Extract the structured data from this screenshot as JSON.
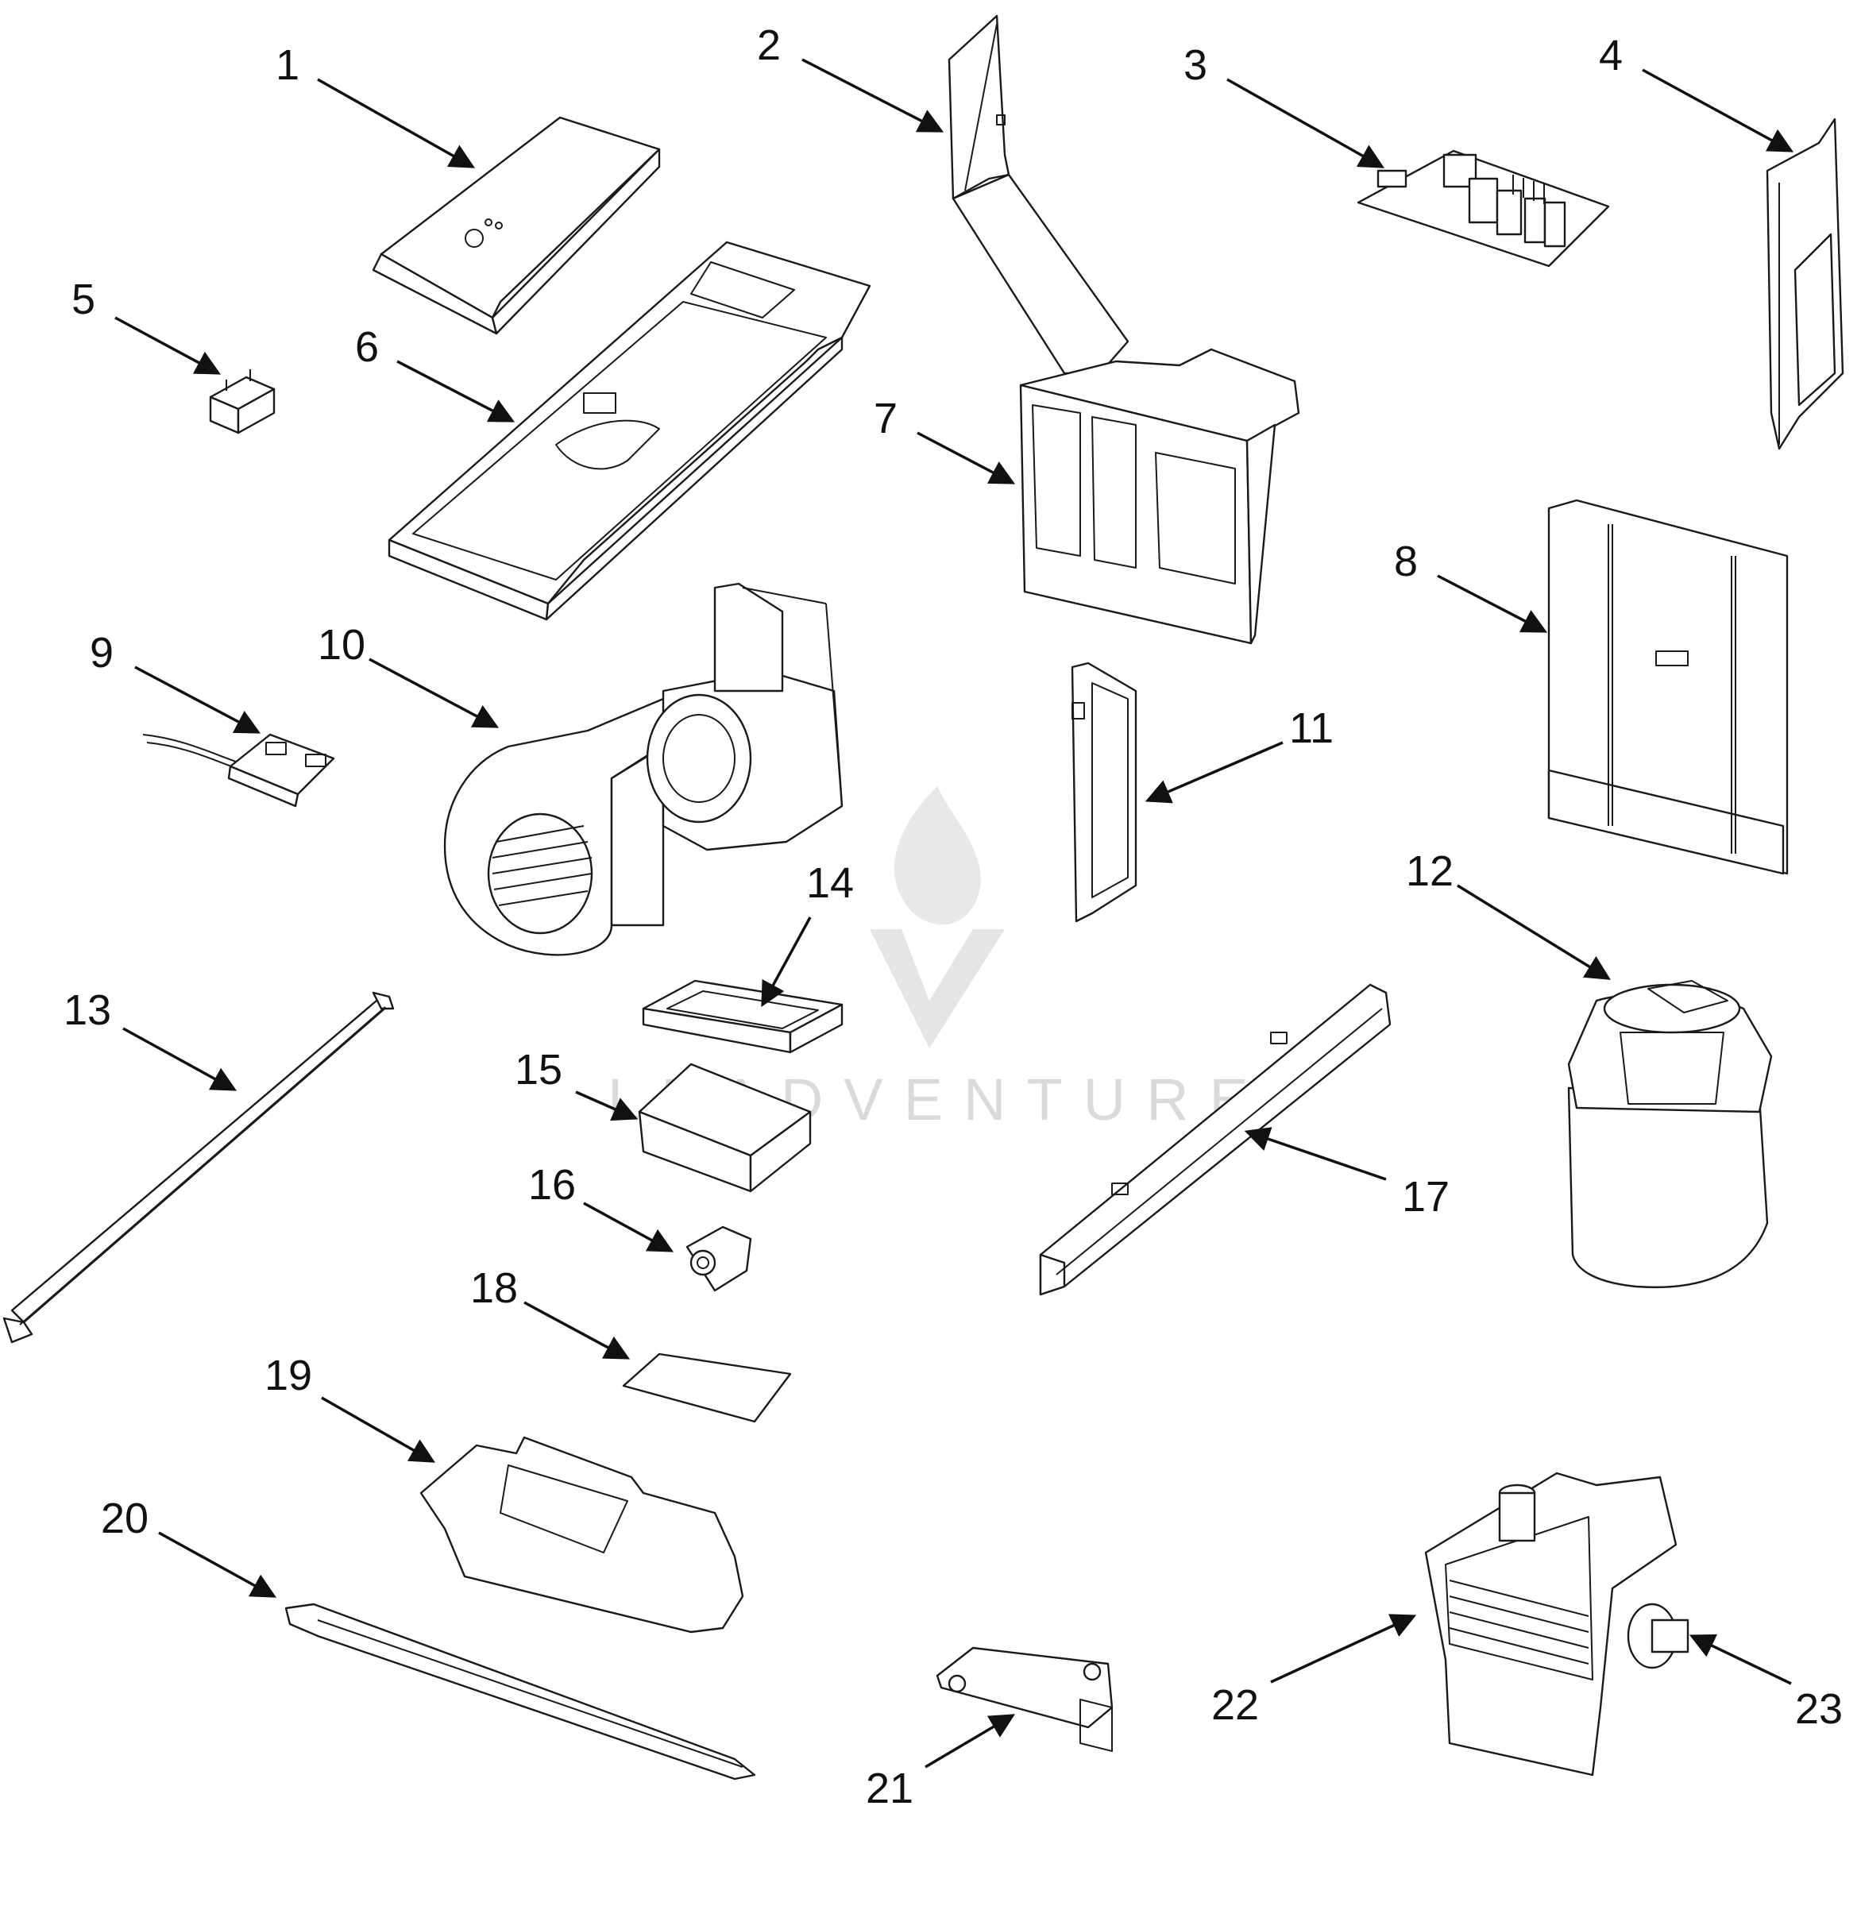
{
  "diagram": {
    "labels": [
      "1",
      "2",
      "3",
      "4",
      "5",
      "6",
      "7",
      "8",
      "9",
      "10",
      "11",
      "12",
      "13",
      "14",
      "15",
      "16",
      "17",
      "18",
      "19",
      "20",
      "21",
      "22",
      "23"
    ]
  },
  "watermark": {
    "text": "LEADVENTURE"
  },
  "colors": {
    "line": "#111111",
    "watermark": "#d6d6d6",
    "background": "#ffffff"
  }
}
